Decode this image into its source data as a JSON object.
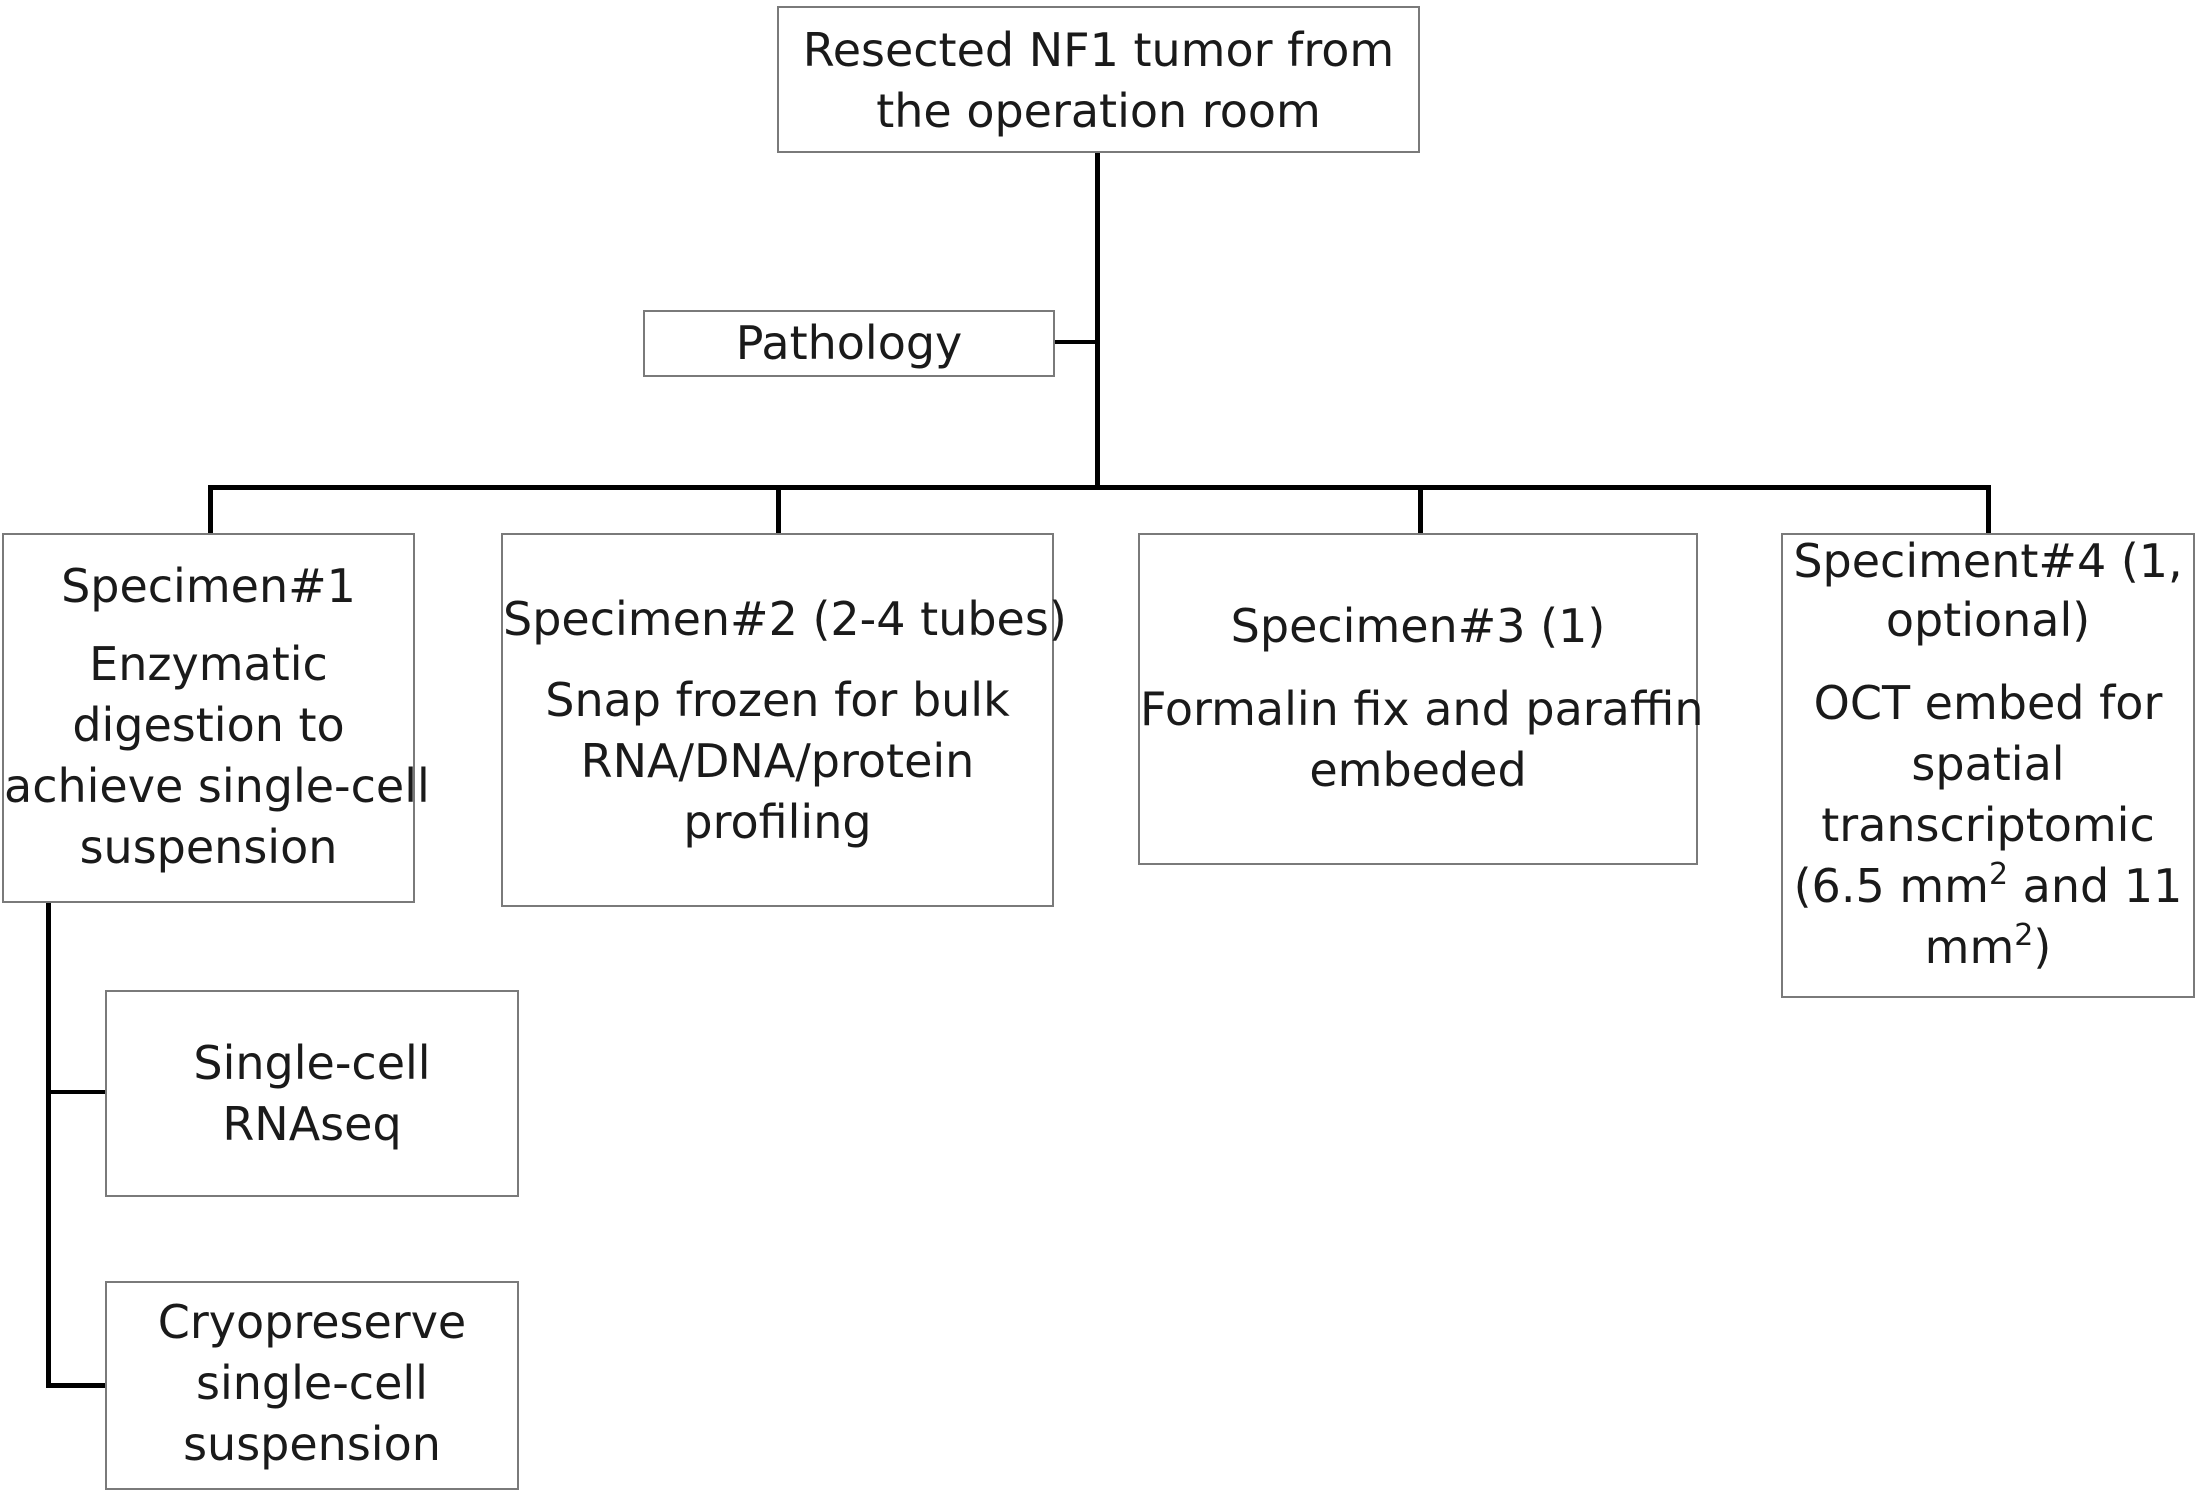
{
  "root": {
    "lines": [
      "Resected NF1 tumor from",
      "the operation room"
    ]
  },
  "pathology": {
    "label": "Pathology"
  },
  "specimens": [
    {
      "title": "Specimen#1",
      "lines": [
        "Enzymatic",
        "digestion to",
        "achieve single-cell",
        "suspension"
      ]
    },
    {
      "title": "Specimen#2 (2-4 tubes)",
      "lines": [
        "Snap frozen for bulk",
        "RNA/DNA/protein",
        "profiling"
      ]
    },
    {
      "title": "Specimen#3 (1)",
      "lines": [
        "Formalin fix and paraffin",
        "embeded"
      ]
    },
    {
      "title_lines": [
        "Speciment#4 (1,",
        "optional)"
      ],
      "lines": [
        "OCT embed for",
        "spatial",
        "transcriptomic"
      ],
      "area_line": {
        "open": "(6.5 mm",
        "sup1": "2",
        "mid": " and 11"
      },
      "area_line2": {
        "text": "mm",
        "sup2": "2",
        "close": ")"
      }
    }
  ],
  "sub_steps": [
    {
      "lines": [
        "Single-cell",
        "RNAseq"
      ]
    },
    {
      "lines": [
        "Cryopreserve",
        "single-cell",
        "suspension"
      ]
    }
  ]
}
